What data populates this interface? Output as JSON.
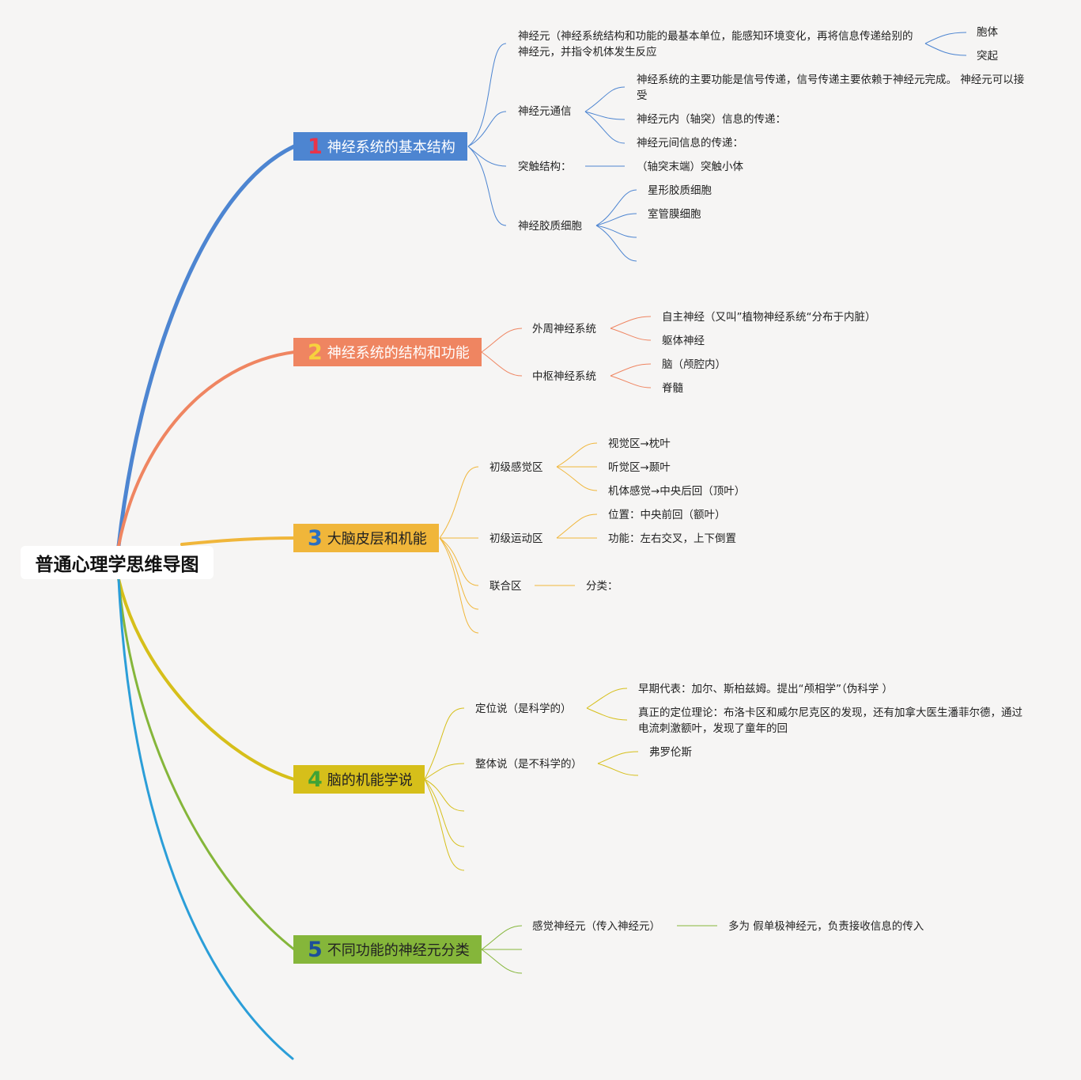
{
  "root": {
    "title": "普通心理学思维导图"
  },
  "colors": {
    "b1": "#4d85d1",
    "b2": "#ef8561",
    "b3": "#f0b63a",
    "b4": "#d6bf1a",
    "b5": "#85b63a",
    "b6": "#2b9ed8"
  },
  "branches": [
    {
      "num": "1",
      "label": "神经系统的基本结构",
      "children": [
        {
          "label": "神经元（神经系统结构和功能的最基本单位，能感知环境变化，再将信息传递给别的神经元，并指令机体发生反应",
          "children": [
            "胞体",
            "突起"
          ]
        },
        {
          "label": "神经元通信",
          "children": [
            "神经系统的主要功能是信号传递，信号传递主要依赖于神经元完成。 神经元可以接受",
            "神经元内（轴突）信息的传递：",
            "神经元间信息的传递："
          ]
        },
        {
          "label": "突触结构：",
          "children": [
            "（轴突末端）突触小体"
          ]
        },
        {
          "label": "神经胶质细胞",
          "children": [
            "星形胶质细胞",
            "室管膜细胞"
          ]
        }
      ]
    },
    {
      "num": "2",
      "label": "神经系统的结构和功能",
      "children": [
        {
          "label": "外周神经系统",
          "children": [
            "自主神经（又叫”植物神经系统“分布于内脏）",
            "躯体神经"
          ]
        },
        {
          "label": "中枢神经系统",
          "children": [
            "脑（颅腔内）",
            "脊髓"
          ]
        }
      ]
    },
    {
      "num": "3",
      "label": "大脑皮层和机能",
      "children": [
        {
          "label": "初级感觉区",
          "children": [
            "视觉区→枕叶",
            "听觉区→颞叶",
            "机体感觉→中央后回（顶叶）"
          ]
        },
        {
          "label": "初级运动区",
          "children": [
            "位置：中央前回（额叶）",
            "功能：左右交叉，上下倒置"
          ]
        },
        {
          "label": "联合区",
          "children": [
            "分类："
          ]
        }
      ]
    },
    {
      "num": "4",
      "label": "脑的机能学说",
      "children": [
        {
          "label": "定位说（是科学的）",
          "children": [
            "早期代表：加尔、斯柏兹姆。提出“颅相学”（伪科学 ）",
            "真正的定位理论：布洛卡区和威尔尼克区的发现，还有加拿大医生潘菲尔德，通过电流刺激额叶，发现了童年的回"
          ]
        },
        {
          "label": "整体说（是不科学的）",
          "children": [
            "弗罗伦斯"
          ]
        }
      ]
    },
    {
      "num": "5",
      "label": "不同功能的神经元分类",
      "children": [
        {
          "label": "感觉神经元（传入神经元）",
          "children": [
            "多为 假单极神经元，负责接收信息的传入"
          ]
        }
      ]
    }
  ]
}
